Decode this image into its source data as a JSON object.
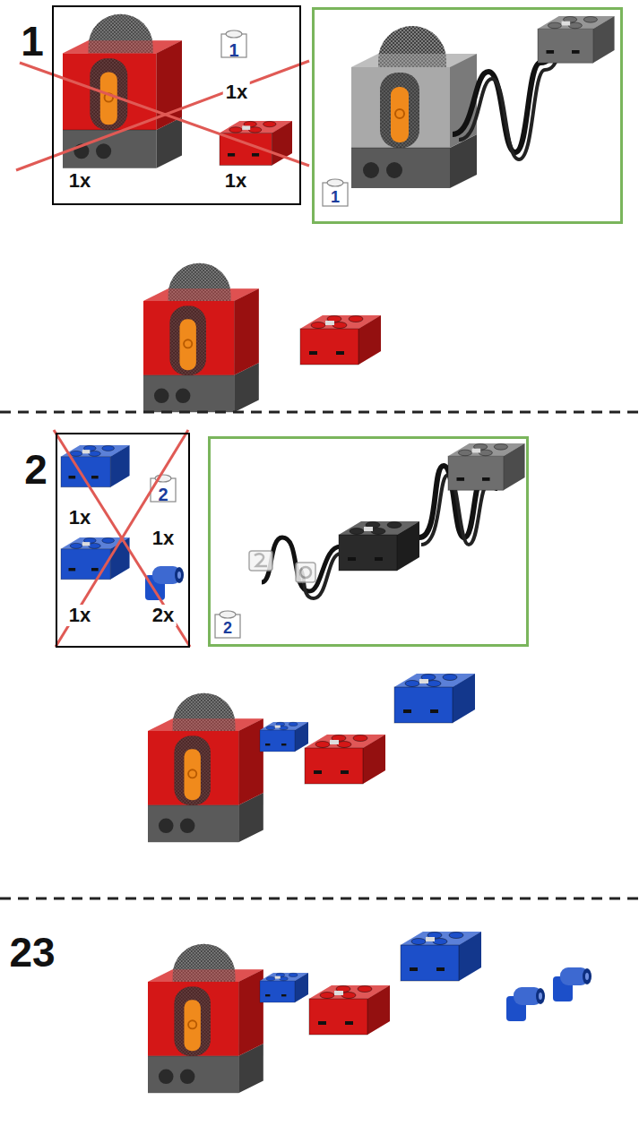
{
  "diagram": {
    "nodes": [
      {
        "text": [
          "1",
          "1x",
          "1x",
          "1x"
        ]
      },
      {
        "text": [
          "1"
        ]
      },
      {
        "text": [
          "2",
          "1x",
          "1x",
          "1x",
          "2x"
        ]
      },
      {
        "text": [
          "2"
        ]
      }
    ],
    "labels": [
      "1",
      "2",
      "23"
    ]
  }
}
